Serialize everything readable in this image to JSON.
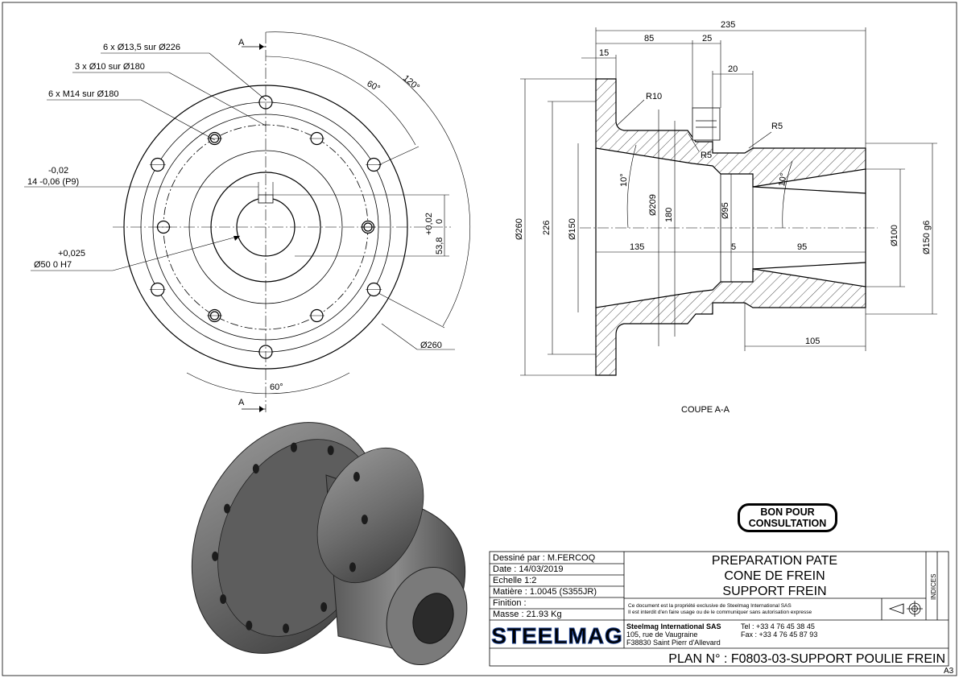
{
  "front_view": {
    "hole_callouts": [
      "6 x Ø13,5 sur Ø226",
      "3 x Ø10 sur Ø180",
      "6 x M14 sur Ø180"
    ],
    "section_marks": [
      "A",
      "A"
    ],
    "angle_labels": [
      "60°",
      "120°",
      "60°"
    ],
    "keyway_tolerance_upper": "-0,02",
    "keyway_label": "14 -0,06 (P9)",
    "bore_tolerance_upper": "+0,025",
    "bore_label": "Ø50   0      H7",
    "keyway_depth_tolerance": "+0,02",
    "keyway_depth_zero": "0",
    "keyway_depth_label": "53,8",
    "outer_diameter": "Ø260"
  },
  "section_view": {
    "title": "COUPE A-A",
    "dims_top": [
      "235",
      "85",
      "25",
      "15",
      "20"
    ],
    "radii": [
      "R10",
      "R5",
      "R5"
    ],
    "angles": [
      "10°",
      "10°"
    ],
    "diameters_left": [
      "Ø260",
      "226",
      "Ø150",
      "Ø209",
      "180",
      "Ø95"
    ],
    "diameters_right": [
      "Ø100",
      "Ø150 g6"
    ],
    "dims_axis": [
      "135",
      "5",
      "95"
    ],
    "dim_bottom": "105"
  },
  "stamp": {
    "line1": "BON POUR",
    "line2": "CONSULTATION"
  },
  "title_block": {
    "drawn_by": "Dessiné par : M.FERCOQ",
    "date": "Date : 14/03/2019",
    "scale": "Echelle  1:2",
    "material": "Matière : 1.0045 (S355JR)",
    "finish": "Finition :",
    "mass": "Masse : 21.93 Kg",
    "title_line1": "PREPARATION PATE",
    "title_line2": "CONE DE FREIN",
    "title_line3": "SUPPORT FREIN",
    "legal_line1": "Ce document est la propriété exclusive de Steelmag International SAS",
    "legal_line2": "Il est interdit d'en faire usage ou de le communiquer sans autorisation expresse",
    "indices": "INDICES",
    "company_logo": "STEELMAG",
    "company_name": "Steelmag International SAS",
    "address_line1": "105, rue de Vaugraine",
    "address_line2": "F38830 Saint Pierr d'Allevard",
    "phone": "Tel :  +33 4 76 45 38 45",
    "fax": "Fax : +33 4 76 45 87 93",
    "plan_number": "PLAN N° : F0803-03-SUPPORT POULIE FREIN",
    "sheet_size": "A3"
  }
}
